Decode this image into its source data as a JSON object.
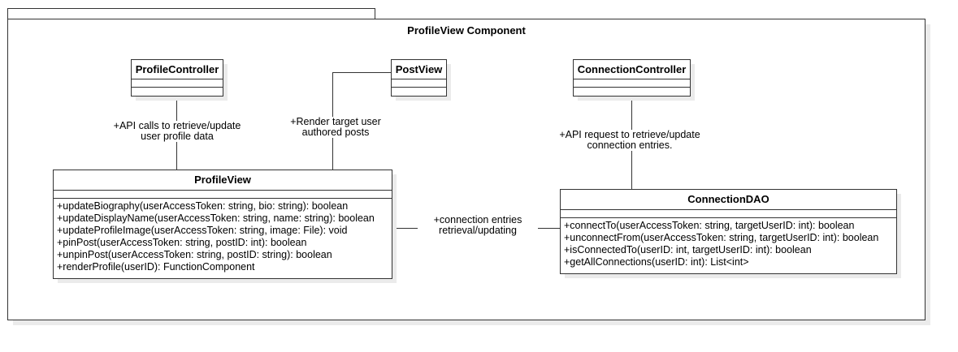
{
  "package": {
    "title": "ProfileView Component"
  },
  "classes": {
    "profile_controller": {
      "name": "ProfileController"
    },
    "post_view": {
      "name": "PostView"
    },
    "connection_controller": {
      "name": "ConnectionController"
    },
    "profile_view": {
      "name": "ProfileView",
      "methods": [
        "+updateBiography(userAccessToken: string, bio: string): boolean",
        "+updateDisplayName(userAccessToken: string, name: string): boolean",
        "+updateProfileImage(userAccessToken: string, image: File): void",
        "+pinPost(userAccessToken: string, postID: int): boolean",
        "+unpinPost(userAccessToken: string, postID: string): boolean",
        "+renderProfile(userID): FunctionComponent"
      ]
    },
    "connection_dao": {
      "name": "ConnectionDAO",
      "methods": [
        "+connectTo(userAccessToken: string, targetUserID: int): boolean",
        "+unconnectFrom(userAccessToken: string, targetUserID: int): boolean",
        "+isConnectedTo(userID: int, targetUserID: int): boolean",
        "+getAllConnections(userID: int): List<int>"
      ]
    }
  },
  "associations": {
    "controller_to_profileview": [
      "+API calls to retrieve/update",
      "user profile data"
    ],
    "postview_to_profileview": [
      "+Render target user",
      "authored posts"
    ],
    "controller_to_dao": [
      "+API request to retrieve/update",
      "connection entries."
    ],
    "profileview_to_dao": [
      "+connection entries",
      "retrieval/updating"
    ]
  }
}
